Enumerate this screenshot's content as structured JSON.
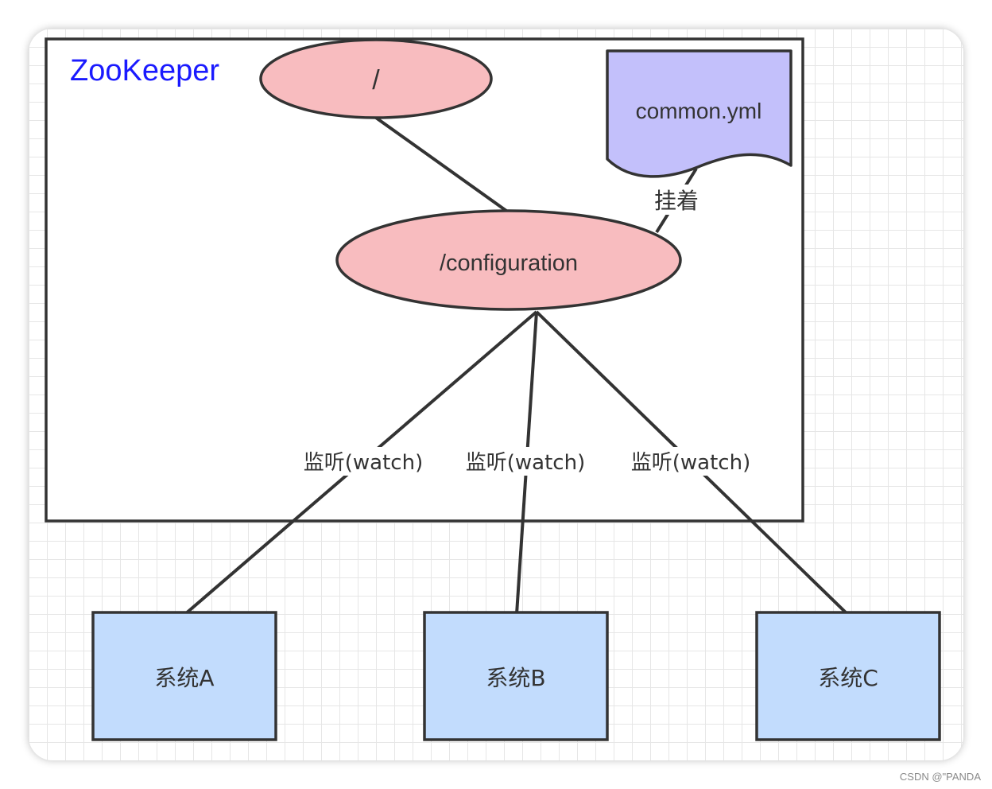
{
  "zookeeper": {
    "title": "ZooKeeper"
  },
  "nodes": {
    "root": "/",
    "configuration": "/configuration",
    "file": "common.yml"
  },
  "edges": {
    "attach_label": "挂着",
    "watch_label": "监听(watch)"
  },
  "systems": [
    {
      "label": "系统A"
    },
    {
      "label": "系统B"
    },
    {
      "label": "系统C"
    }
  ],
  "watermark": "CSDN @\"PANDA",
  "colors": {
    "title": "#1a1aff",
    "node_fill": "#f8bcbf",
    "file_fill": "#c3c0fb",
    "system_fill": "#c2dcfd",
    "stroke": "#333333"
  }
}
